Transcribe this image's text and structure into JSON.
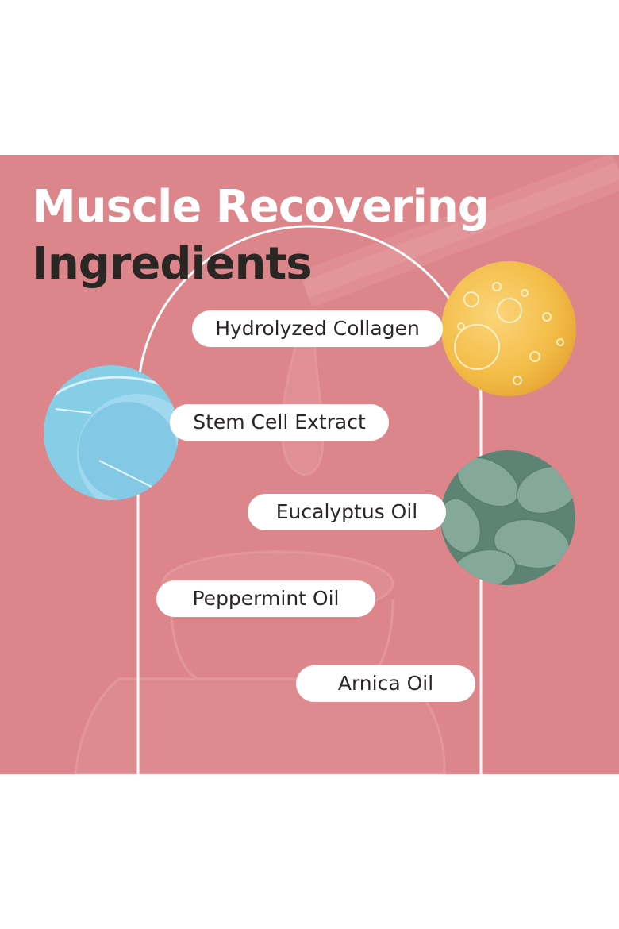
{
  "headline": {
    "line1": "Muscle Recovering",
    "line2": "Ingredients"
  },
  "ingredients": [
    "Hydrolyzed Collagen",
    "Stem Cell Extract",
    "Eucalyptus Oil",
    "Peppermint Oil",
    "Arnica Oil"
  ],
  "colors": {
    "background": "#dc868b",
    "headline_light": "#ffffff",
    "headline_dark": "#2a2624",
    "label_bg": "#ffffff",
    "label_text": "#2a2624"
  },
  "icons": {
    "ingredient_1": "oil-bubbles-icon",
    "ingredient_2": "blue-gel-icon",
    "ingredient_3": "eucalyptus-leaves-icon"
  }
}
